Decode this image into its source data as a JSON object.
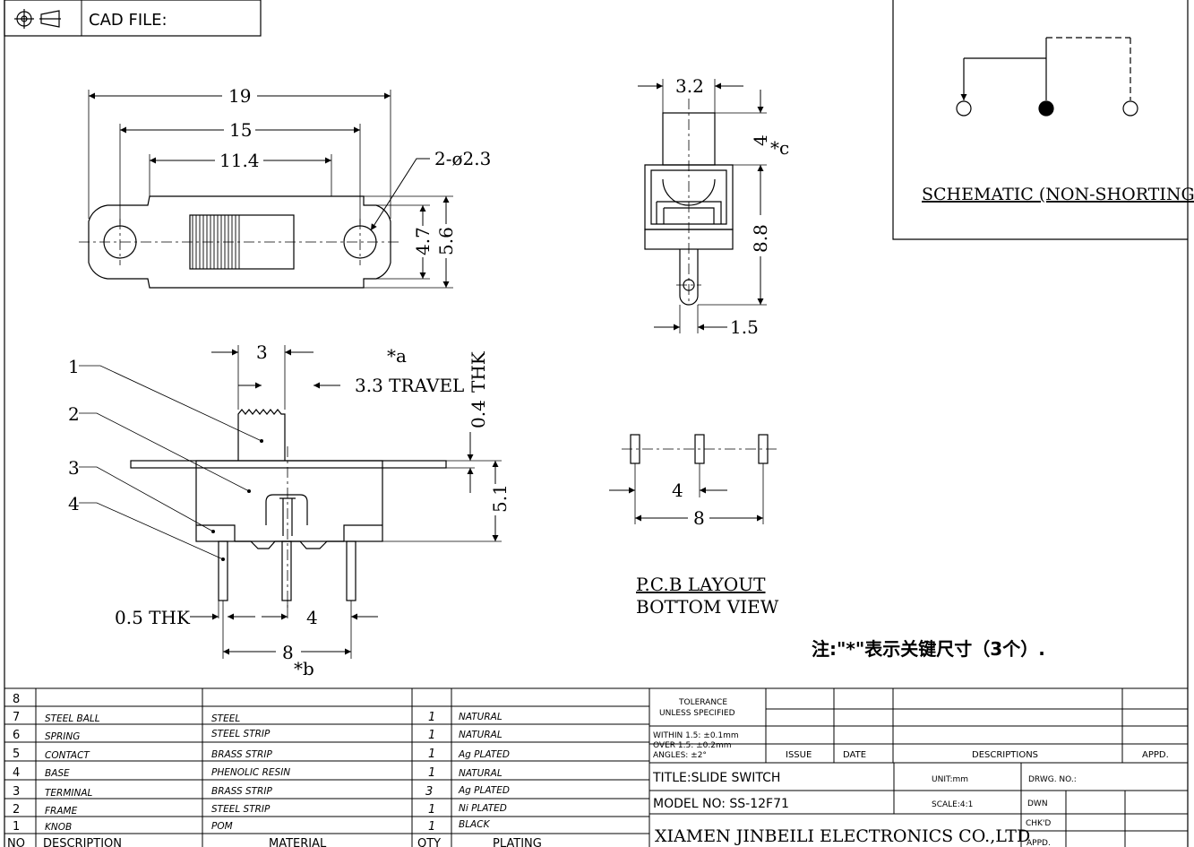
{
  "header": {
    "cad_file_label": "CAD FILE:"
  },
  "dimensions": {
    "top_view": {
      "overall": "19",
      "hole_pitch": "15",
      "body_length": "11.4",
      "hole_callout": "2-ø2.3",
      "width_inner": "4.7",
      "width_outer": "5.6"
    },
    "side_view": {
      "actuator_width": "3",
      "key_a": "*a",
      "travel": "3.3 TRAVEL",
      "thk_vertical": "THK",
      "flange_thk": "0.4",
      "body_height": "5.1",
      "pin_thk": "0.5 THK",
      "pin_pitch": "4",
      "pin_span": "8",
      "key_b": "*b",
      "balloons": [
        "1",
        "2",
        "3",
        "4"
      ]
    },
    "end_view": {
      "knob_width": "3.2",
      "knob_height": "4",
      "key_c": "*c",
      "overall_height": "8.8",
      "pin_width": "1.5"
    },
    "pcb": {
      "pitch": "4",
      "span": "8",
      "title_line1": "P.C.B LAYOUT",
      "title_line2": "BOTTOM VIEW"
    }
  },
  "schematic": {
    "label": "SCHEMATIC (NON-SHORTING)"
  },
  "note": {
    "text": "注:\"*\"表示关键尺寸（3个）."
  },
  "bom": {
    "header": {
      "no": "NO",
      "description": "DESCRIPTION",
      "material": "MATERIAL",
      "qty": "QTY",
      "plating": "PLATING"
    },
    "rows": [
      {
        "no": "8",
        "description": "",
        "material": "",
        "qty": "",
        "plating": ""
      },
      {
        "no": "7",
        "description": "STEEL BALL",
        "material": "STEEL",
        "qty": "1",
        "plating": "NATURAL"
      },
      {
        "no": "6",
        "description": "SPRING",
        "material": "STEEL STRIP",
        "qty": "1",
        "plating": "NATURAL"
      },
      {
        "no": "5",
        "description": "CONTACT",
        "material": "BRASS STRIP",
        "qty": "1",
        "plating": "Ag PLATED"
      },
      {
        "no": "4",
        "description": "BASE",
        "material": "PHENOLIC RESIN",
        "qty": "1",
        "plating": "NATURAL"
      },
      {
        "no": "3",
        "description": "TERMINAL",
        "material": "BRASS STRIP",
        "qty": "3",
        "plating": "Ag PLATED"
      },
      {
        "no": "2",
        "description": "FRAME",
        "material": "STEEL STRIP",
        "qty": "1",
        "plating": "Ni PLATED"
      },
      {
        "no": "1",
        "description": "KNOB",
        "material": "POM",
        "qty": "1",
        "plating": "BLACK"
      }
    ]
  },
  "title_block": {
    "tolerance_line1": "TOLERANCE",
    "tolerance_line2": "UNLESS SPECIFIED",
    "within": "WITHIN 1.5: ±0.1mm",
    "over": "OVER 1.5:  ±0.2mm",
    "angles": "ANGLES: ±2°",
    "issue": "ISSUE",
    "date": "DATE",
    "descriptions": "DESCRIPTIONS",
    "appd_header": "APPD.",
    "title": "TITLE:SLIDE SWITCH",
    "unit": "UNIT:mm",
    "drwg_no": "DRWG. NO.:",
    "model": "MODEL NO: SS-12F71",
    "scale": "SCALE:4:1",
    "dwn": "DWN",
    "chkd": "CHK'D",
    "appd": "APPD.",
    "company": "XIAMEN JINBEILI ELECTRONICS CO.,LTD"
  }
}
